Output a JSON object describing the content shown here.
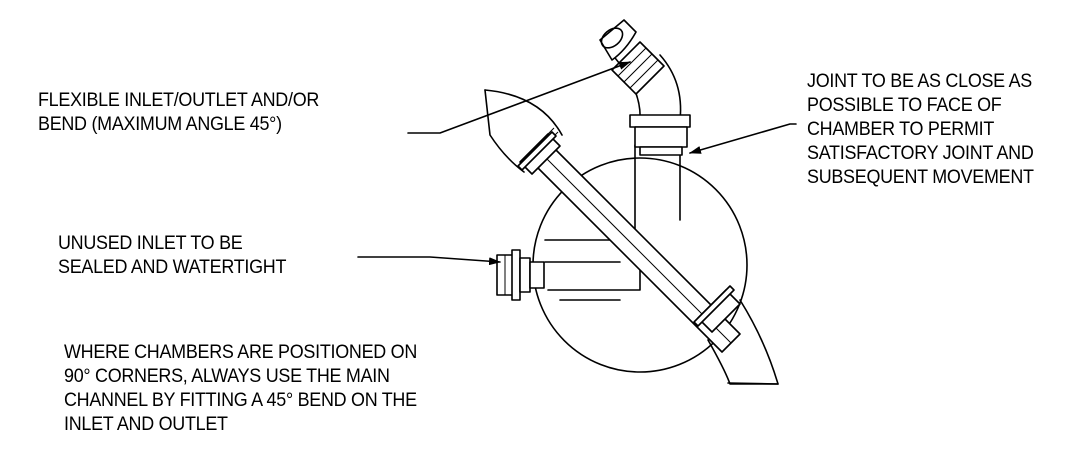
{
  "labels": {
    "flexible": [
      "FLEXIBLE INLET/OUTLET AND/OR",
      "BEND (MAXIMUM ANGLE 45°)"
    ],
    "joint": [
      "JOINT TO BE AS CLOSE AS",
      "POSSIBLE TO FACE OF",
      "CHAMBER TO PERMIT",
      "SATISFACTORY JOINT AND",
      "SUBSEQUENT MOVEMENT"
    ],
    "unused": [
      "UNUSED INLET TO BE",
      "SEALED AND WATERTIGHT"
    ],
    "corners": [
      "WHERE CHAMBERS ARE POSITIONED ON",
      "90° CORNERS, ALWAYS USE THE MAIN",
      "CHANNEL BY FITTING A 45° BEND ON THE",
      "INLET AND OUTLET"
    ]
  }
}
